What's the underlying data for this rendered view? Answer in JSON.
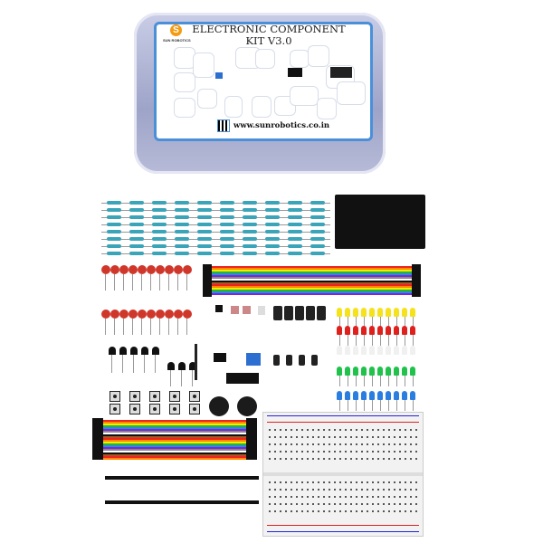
{
  "product": {
    "title_line1": "ELECTRONIC COMPONENT",
    "title_line2": "KIT V3.0",
    "brand": "SUN ROBOTICS",
    "logo_letter": "S",
    "url": "www.sunrobotics.co.in"
  },
  "colors": {
    "label_border": "#4a90d9",
    "resistor": "#3aa4b8",
    "ceramic_cap": "#d0372b",
    "led_yellow": "#f5e21a",
    "led_red": "#e0201c",
    "led_green": "#1fc24a",
    "led_blue": "#2a7de1"
  }
}
